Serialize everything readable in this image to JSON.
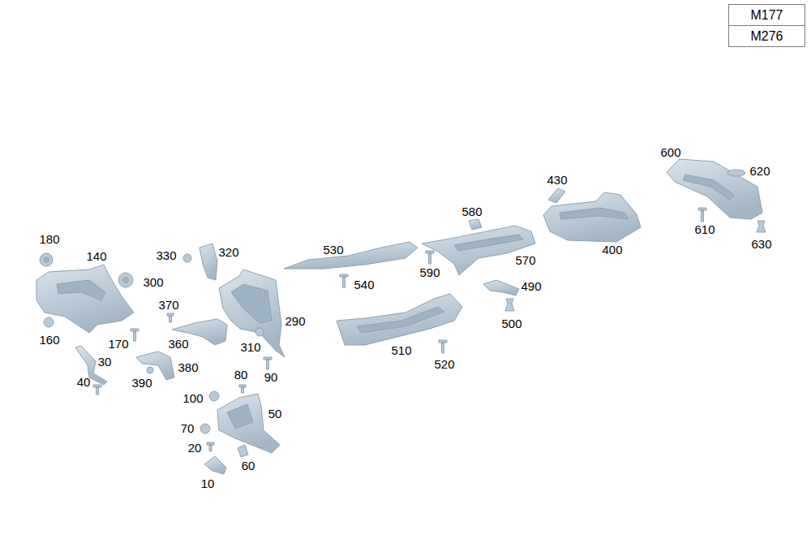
{
  "diagram": {
    "nodes": [
      {
        "text": [
          "M177"
        ]
      },
      {
        "text": [
          "M276"
        ]
      }
    ],
    "labels": [
      "600",
      "620",
      "610",
      "630",
      "430",
      "400",
      "580",
      "530",
      "590",
      "570",
      "540",
      "490",
      "500",
      "510",
      "520",
      "180",
      "140",
      "300",
      "330",
      "320",
      "370",
      "360",
      "290",
      "160",
      "170",
      "310",
      "30",
      "90",
      "380",
      "40",
      "390",
      "80",
      "100",
      "50",
      "70",
      "20",
      "60",
      "10"
    ]
  }
}
